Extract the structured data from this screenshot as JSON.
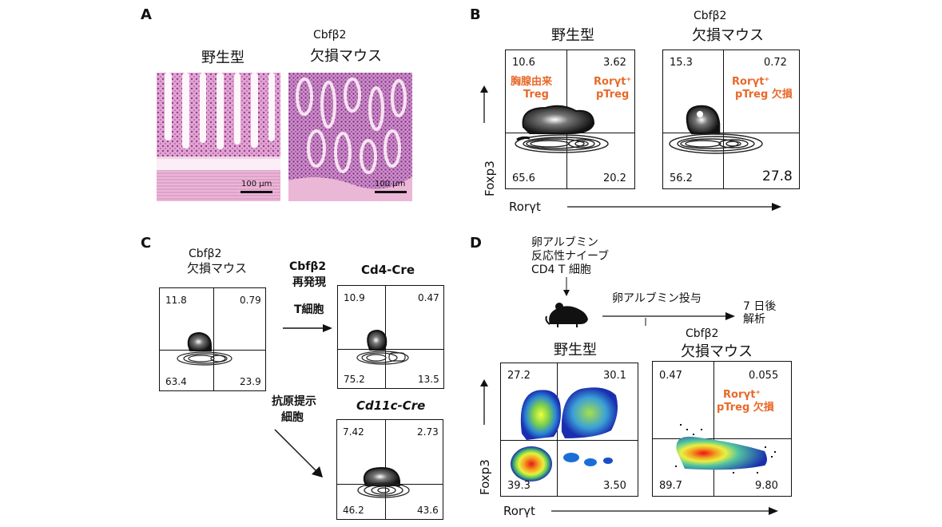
{
  "panels": {
    "A": {
      "letter": "A",
      "wt_label": "野生型",
      "ko_label_line1": "Cbfβ2",
      "ko_label_line2": "欠損マウス",
      "scale_left": "100 μm",
      "scale_right": "100 μm"
    },
    "B": {
      "letter": "B",
      "wt_label": "野生型",
      "ko_label_line1": "Cbfβ2",
      "ko_label_line2": "欠損マウス",
      "y_axis": "Foxp3",
      "x_axis": "Rorγt",
      "wt": {
        "ul": "10.6",
        "ur": "3.62",
        "ll": "65.6",
        "lr": "20.2",
        "ann_left_1": "胸腺由来",
        "ann_left_2": "Treg",
        "ann_right_1": "Rorγt⁺",
        "ann_right_2": "pTreg"
      },
      "ko": {
        "ul": "15.3",
        "ur": "0.72",
        "ll": "56.2",
        "lr": "27.8",
        "ann_right_1": "Rorγt⁺",
        "ann_right_2": "pTreg 欠損"
      }
    },
    "C": {
      "letter": "C",
      "ko_label_line1": "Cbfβ2",
      "ko_label_line2": "欠損マウス",
      "arrow1_line1": "Cbfβ2",
      "arrow1_line2": "再発現",
      "arrow1_line3": "T細胞",
      "arrow2_line1": "抗原提示",
      "arrow2_line2": "細胞",
      "cd4_label": "Cd4-Cre",
      "cd11c_label": "Cd11c-Cre",
      "ko": {
        "ul": "11.8",
        "ur": "0.79",
        "ll": "63.4",
        "lr": "23.9"
      },
      "cd4": {
        "ul": "10.9",
        "ur": "0.47",
        "ll": "75.2",
        "lr": "13.5"
      },
      "cd11c": {
        "ul": "7.42",
        "ur": "2.73",
        "ll": "46.2",
        "lr": "43.6"
      }
    },
    "D": {
      "letter": "D",
      "cell_line1": "卵アルブミン",
      "cell_line2": "反応性ナイーブ",
      "cell_line3": "CD4 T 細胞",
      "treatment": "卵アルブミン投与",
      "analysis_line1": "7 日後",
      "analysis_line2": "解析",
      "wt_label": "野生型",
      "ko_label_line1": "Cbfβ2",
      "ko_label_line2": "欠損マウス",
      "y_axis": "Foxp3",
      "x_axis": "Rorγt",
      "wt": {
        "ul": "27.2",
        "ur": "30.1",
        "ll": "39.3",
        "lr": "3.50"
      },
      "ko": {
        "ul": "0.47",
        "ur": "0.055",
        "ll": "89.7",
        "lr": "9.80",
        "ann_right_1": "Rorγt⁺",
        "ann_right_2": "pTreg 欠損"
      }
    }
  },
  "colors": {
    "annotation": "#e8692a",
    "tissue": "#d98cc0"
  }
}
